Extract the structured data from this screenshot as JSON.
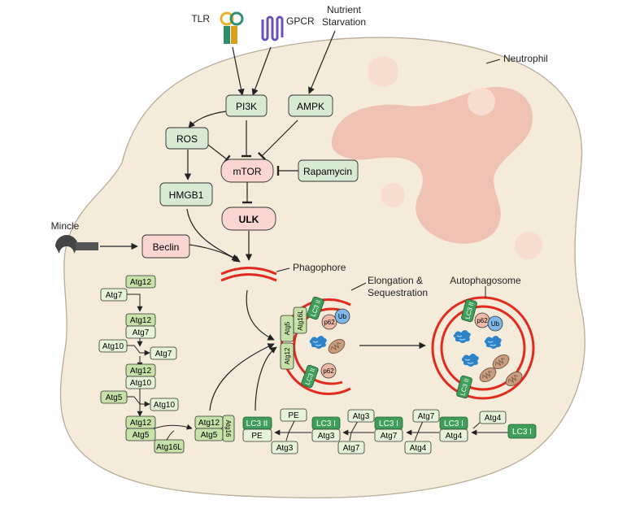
{
  "cell_label": "Neutrophil",
  "receptors": {
    "tlr": "TLR",
    "gpcr": "GPCR",
    "mincle": "Mincle",
    "nutrient": [
      "Nutrient",
      "Starvation"
    ]
  },
  "signaling": {
    "pi3k": "PI3K",
    "ampk": "AMPK",
    "ros": "ROS",
    "mtor": "mTOR",
    "rapamycin": "Rapamycin",
    "hmgb1": "HMGB1",
    "ulk": "ULK",
    "beclin": "Beclin"
  },
  "stages": {
    "phagophore": "Phagophore",
    "elongation": [
      "Elongation &",
      "Sequestration"
    ],
    "autophagosome": "Autophagosome"
  },
  "proteins": {
    "atg12": "Atg12",
    "atg7": "Atg7",
    "atg10": "Atg10",
    "atg5": "Atg5",
    "atg16l": "Atg16L",
    "atg16": "Atg16",
    "atg3": "Atg3",
    "atg4": "Atg4",
    "lc3i": "LC3 I",
    "lc3ii": "LC3 II",
    "pe": "PE",
    "p62": "p62",
    "ub": "Ub"
  },
  "colors": {
    "cell": "#f4ebda",
    "cell_stroke": "#b9ac98",
    "nucleus": "#efc2b3",
    "granule": "#f7ddd0",
    "green_box": "#d9ead4",
    "pink_box": "#fad5d2",
    "light_green": "#c6e2a8",
    "dark_green": "#3e9e5a",
    "membrane": "#e02b1f",
    "p62": "#efb9a8",
    "ub": "#7fb8e8",
    "cargo_blue": "#2e83c8"
  }
}
